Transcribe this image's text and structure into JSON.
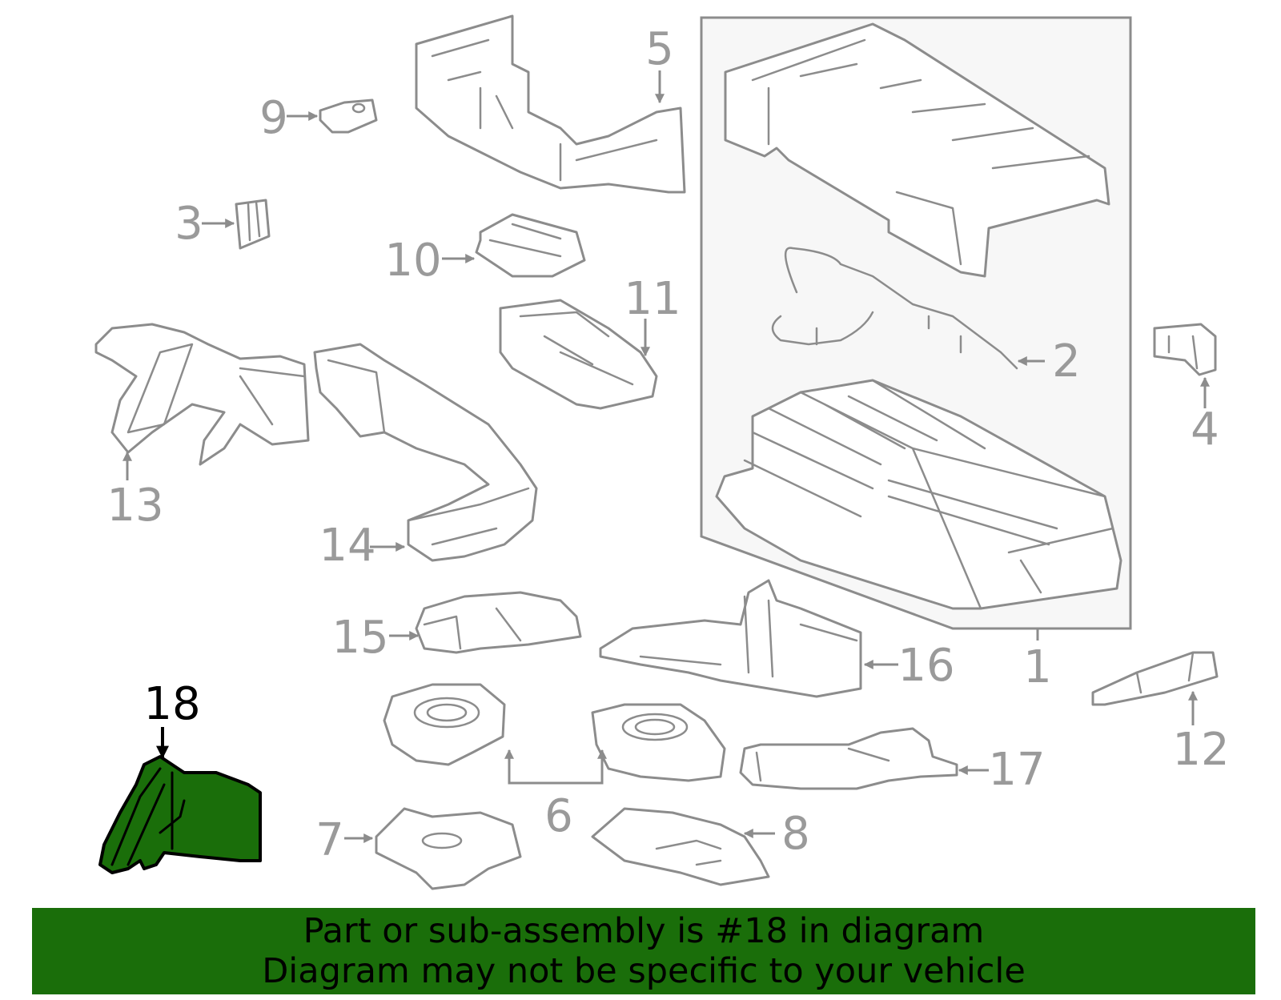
{
  "diagram": {
    "callouts": [
      "1",
      "2",
      "3",
      "4",
      "5",
      "6",
      "7",
      "8",
      "9",
      "10",
      "11",
      "12",
      "13",
      "14",
      "15",
      "16",
      "17",
      "18"
    ],
    "highlighted_part": "18",
    "highlight_color": "#1a6e0a",
    "outline_color": "#8c8c8c"
  },
  "banner": {
    "line1": "Part or sub-assembly is #18 in diagram",
    "line2": "Diagram may not be specific to your vehicle",
    "background": "#1a6e0a"
  }
}
